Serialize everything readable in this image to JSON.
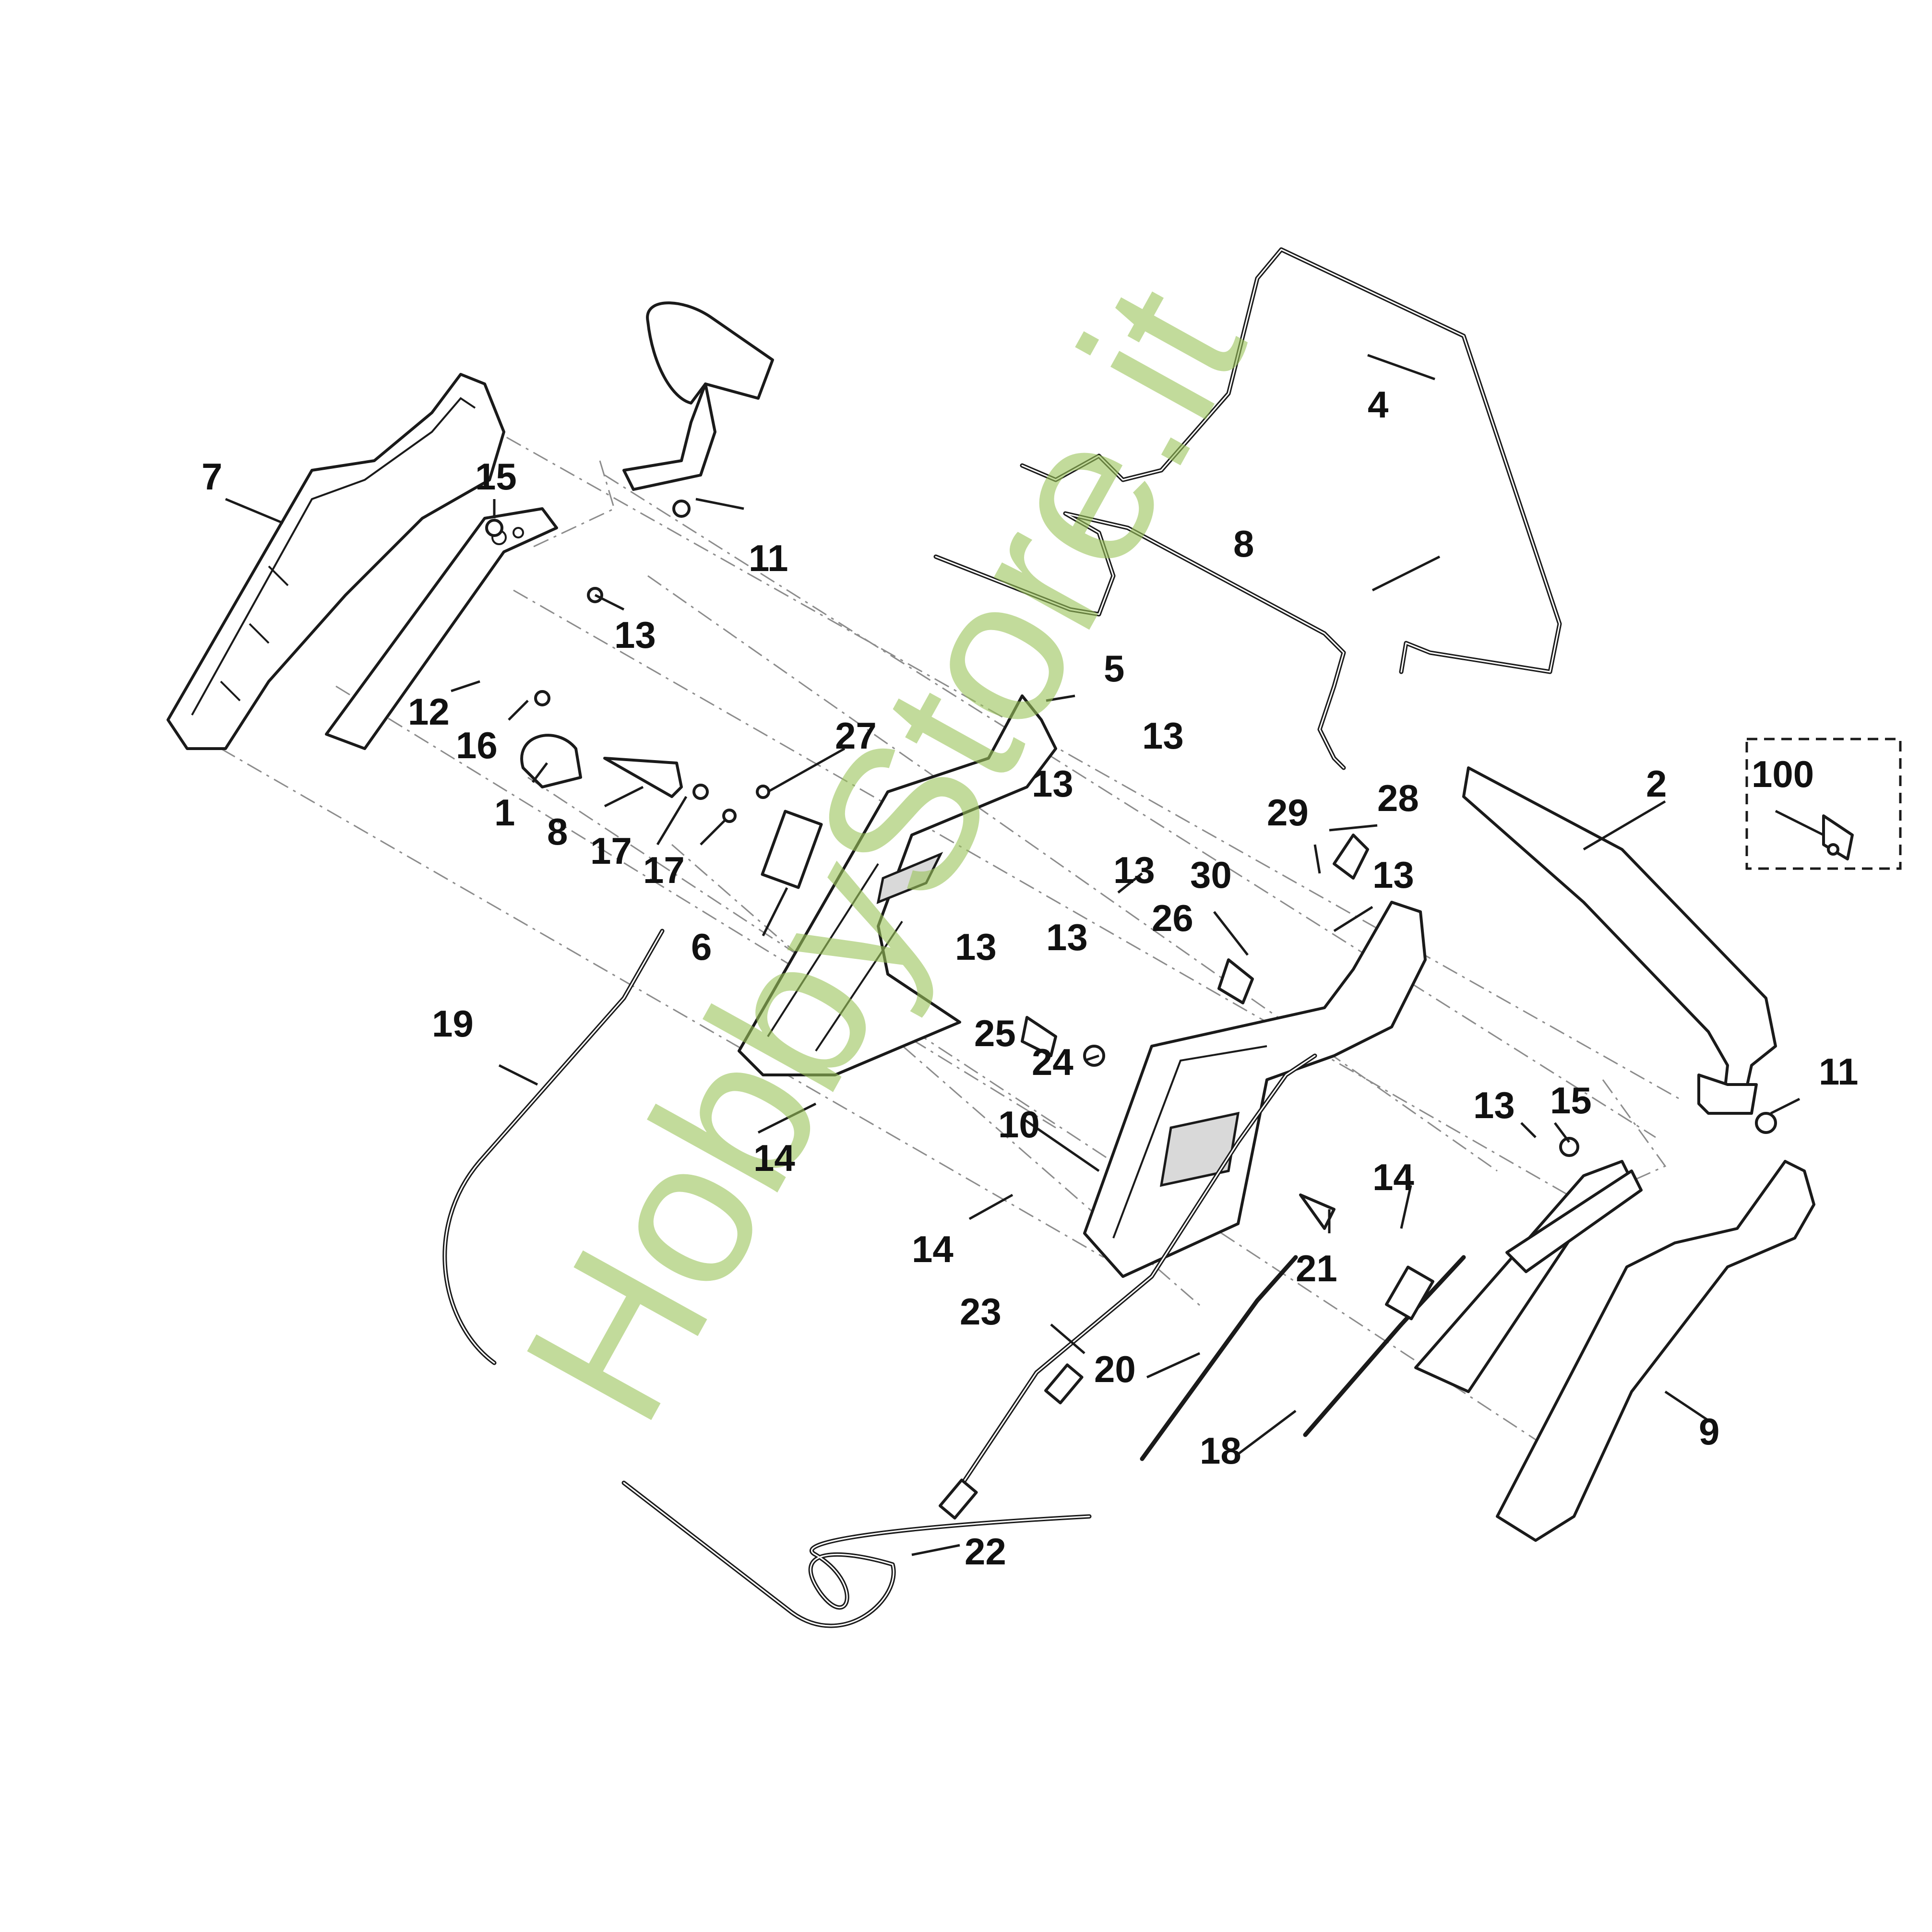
{
  "watermark": "HobbyStore.it",
  "callouts": {
    "c1": "1",
    "c2": "2",
    "c4": "4",
    "c5": "5",
    "c6": "6",
    "c7": "7",
    "c8": "8",
    "c8b": "8",
    "c9": "9",
    "c10": "10",
    "c11a": "11",
    "c11b": "11",
    "c12": "12",
    "c13a": "13",
    "c13b": "13",
    "c13c": "13",
    "c13d": "13",
    "c13e": "13",
    "c13f": "13",
    "c13g": "13",
    "c13h": "13",
    "c14a": "14",
    "c14b": "14",
    "c14c": "14",
    "c15a": "15",
    "c15b": "15",
    "c16": "16",
    "c17a": "17",
    "c17b": "17",
    "c18": "18",
    "c19": "19",
    "c20": "20",
    "c21": "21",
    "c22": "22",
    "c23": "23",
    "c24": "24",
    "c25": "25",
    "c26": "26",
    "c27": "27",
    "c28": "28",
    "c29": "29",
    "c30": "30",
    "c100": "100"
  }
}
